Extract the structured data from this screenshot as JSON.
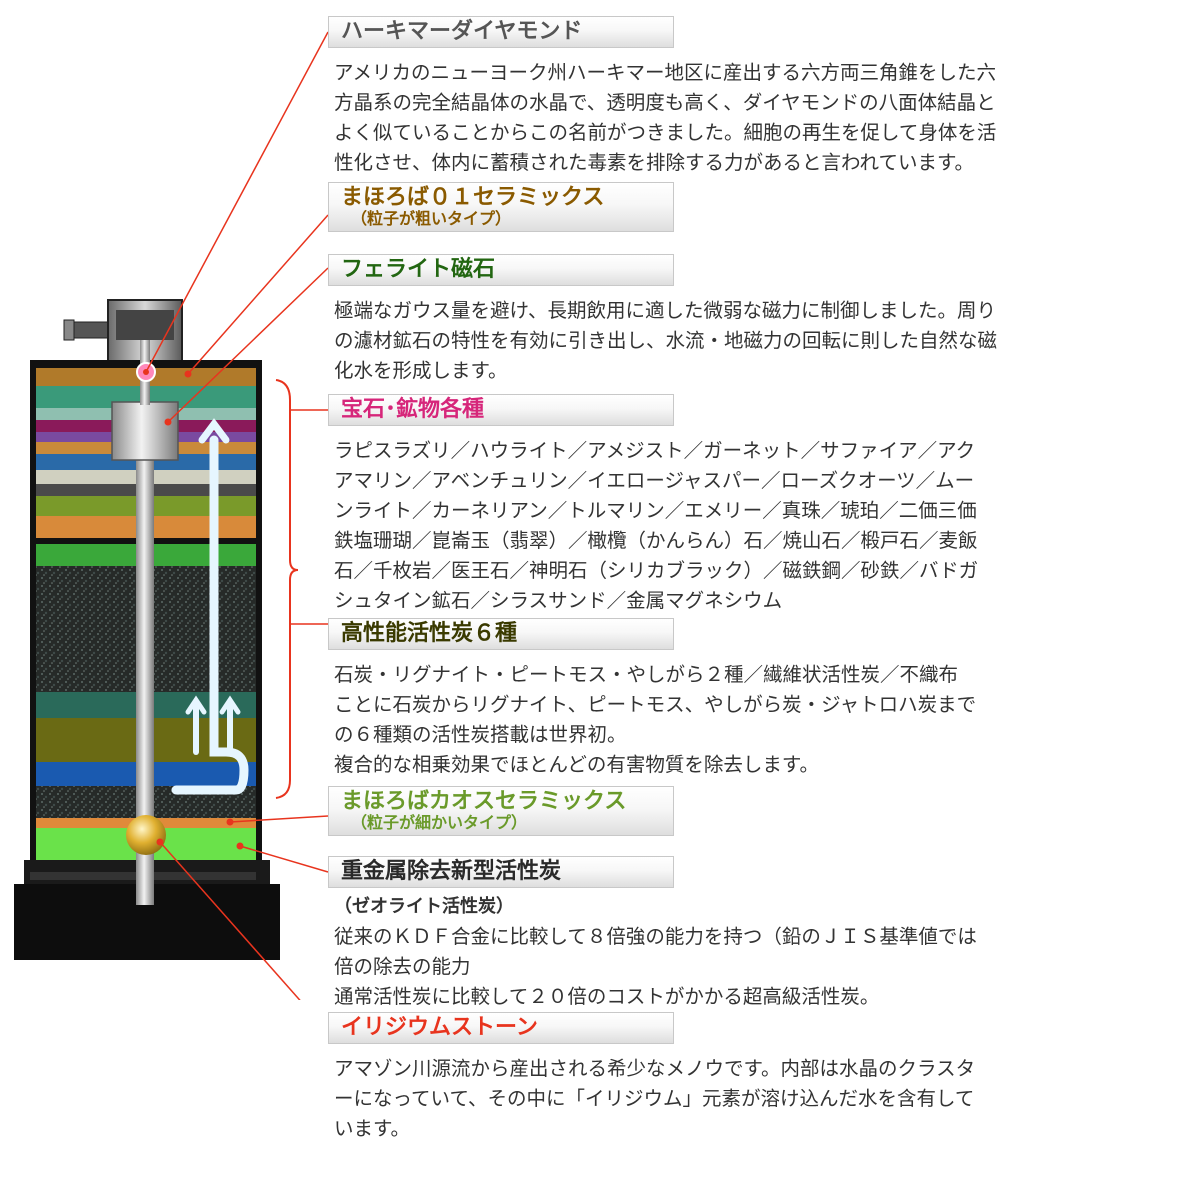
{
  "colors": {
    "leader_line": "#e8341e",
    "hakimer": "#555555",
    "mahoroba01": "#8a5a00",
    "ferrite": "#226611",
    "gemstone": "#d6267a",
    "carbon": "#3a3a00",
    "chaos": "#6a9a2a",
    "heavy_metal": "#2a2a2a",
    "irijium": "#e8341e"
  },
  "sections": [
    {
      "title": "ハーキマーダイヤモンド",
      "body": [
        "アメリカのニューヨーク州ハーキマー地区に産出する六方両三角錐をした六",
        "方晶系の完全結晶体の水晶で、透明度も高く、ダイヤモンドの八面体結晶と",
        "よく似ていることからこの名前がつきました。細胞の再生を促して身体を活",
        "性化させ、体内に蓄積された毒素を排除する力があると言われています。"
      ]
    },
    {
      "title": "まほろば０１セラミックス",
      "subtitle": "（粒子が粗いタイプ）"
    },
    {
      "title": "フェライト磁石",
      "body": [
        "極端なガウス量を避け、長期飲用に適した微弱な磁力に制御しました。周り",
        "の濾材鉱石の特性を有効に引き出し、水流・地磁力の回転に則した自然な磁",
        "化水を形成します。"
      ]
    },
    {
      "title": "宝石･鉱物各種",
      "body": [
        "ラピスラズリ／ハウライト／アメジスト／ガーネット／サファイア／アク",
        "アマリン／アベンチュリン／イエロージャスパー／ローズクオーツ／ムー",
        "ンライト／カーネリアン／トルマリン／エメリー／真珠／琥珀／二価三価",
        "鉄塩珊瑚／崑崙玉（翡翠）／橄欖（かんらん）石／焼山石／椴戸石／麦飯",
        "石／千枚岩／医王石／神明石（シリカブラック）／磁鉄鋼／砂鉄／バドガ",
        "シュタイン鉱石／シラスサンド／金属マグネシウム"
      ]
    },
    {
      "title": "高性能活性炭６種",
      "body": [
        "石炭・リグナイト・ピートモス・やしがら２種／繊維状活性炭／不織布",
        "ことに石炭からリグナイト、ピートモス、やしがら炭・ジャトロハ炭まで",
        "の６種類の活性炭搭載は世界初。",
        "複合的な相乗効果でほとんどの有害物質を除去します。"
      ]
    },
    {
      "title": "まほろばカオスセラミックス",
      "subtitle": "（粒子が細かいタイプ）"
    },
    {
      "title": "重金属除去新型活性炭",
      "subheading": "（ゼオライト活性炭）",
      "body": [
        "従来のＫＤＦ合金に比較して８倍強の能力を持つ（鉛のＪＩＳ基準値では",
        "倍の除去の能力",
        "通常活性炭に比較して２０倍のコストがかかる超高級活性炭。"
      ]
    },
    {
      "title": "イリジウムストーン",
      "body": [
        "アマゾン川源流から産出される希少なメノウです。内部は水晶のクラスタ",
        "ーになっていて、その中に「イリジウム」元素が溶け込んだ水を含有して",
        "います。"
      ]
    }
  ]
}
